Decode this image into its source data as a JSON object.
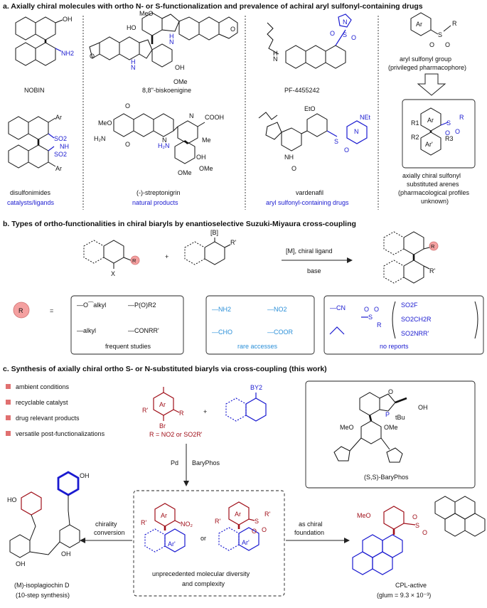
{
  "section_a": {
    "title": "a. Axially chiral molecules with ortho N- or S-functionalization and prevalence of achiral aryl sulfonyl-containing drugs",
    "labels": {
      "nobin": "NOBIN",
      "biskoenigine": "8,8''-biskoenigine",
      "pf": "PF-4455242",
      "arylgroup": "aryl sulfonyl group",
      "privileged": "(privileged pharmacophore)",
      "disulfonimides": "disulfonimides",
      "catalysts": "catalysts/ligands",
      "streptonigrin": "(-)-streptonigrin",
      "natural": "natural products",
      "vardenafil": "vardenafil",
      "drugs": "aryl sulfonyl-containing drugs",
      "axially1": "axially chiral sulfonyl",
      "axially2": "substituted arenes",
      "axially3": "(pharmacological profiles",
      "axially4": "unknown)"
    },
    "atoms": {
      "oh": "OH",
      "nh2": "NH2",
      "meo": "MeO",
      "h": "H",
      "n": "N",
      "o": "O",
      "s": "S",
      "so2": "SO2",
      "nh": "NH",
      "ar": "Ar",
      "cooh": "COOH",
      "me": "Me",
      "ome": "OMe",
      "eto": "EtO",
      "net": "NEt",
      "r": "R",
      "r1": "R1",
      "r2": "R2",
      "r3": "R3",
      "arp": "Ar'"
    }
  },
  "section_b": {
    "title": "b. Types of ortho-functionalities in chiral biaryls by enantioselective Suzuki-Miyaura cross-coupling",
    "reagent_top": "[M], chiral ligand",
    "reagent_bottom": "base",
    "plus": "+",
    "boron": "[B]",
    "rprime": "R'",
    "x": "X",
    "r": "R",
    "equals": "=",
    "frequent": {
      "items": [
        "—O⁀alkyl",
        "—P(O)R2",
        "—alkyl",
        "—CONRR'"
      ],
      "caption": "frequent studies"
    },
    "rare": {
      "items": [
        "—NH2",
        "—NO2",
        "—CHO",
        "—COOR"
      ],
      "caption": "rare accesses"
    },
    "noreports": {
      "items": [
        "—CN",
        "SO2F",
        "SO2CH2R",
        "SO2NRR'"
      ],
      "caption": "no reports"
    }
  },
  "section_c": {
    "title": "c. Synthesis of axially chiral ortho S- or N-substituted biaryls via cross-coupling (this work)",
    "features": [
      "ambient conditions",
      "recyclable catalyst",
      "drug relevant products",
      "versatile post-functionalizations"
    ],
    "r_def": "R = NO2 or SO2R'",
    "by2": "BY2",
    "pd": "Pd",
    "baryphos": "BaryPhos",
    "ligand_name": "(S,S)-BaryPhos",
    "or": "or",
    "diversity1": "unprecedented molecular diversity",
    "diversity2": "and complexity",
    "chirality1": "chirality",
    "chirality2": "conversion",
    "chiral1": "as chiral",
    "chiral2": "foundation",
    "isoplagiochin1": "(M)-isoplagiochin D",
    "isoplagiochin2": "(10-step synthesis)",
    "cpl1": "CPL-active",
    "cpl2": "(glum = 9.3 × 10⁻³)",
    "ligand_atoms": {
      "o": "O",
      "p": "P",
      "tbu": "tBu",
      "oh": "OH",
      "meo": "MeO",
      "ome": "OMe"
    }
  },
  "colors": {
    "blue": "#1a1ad0",
    "red": "#a0101a",
    "lightblue": "#2a8fd8",
    "pink": "#f4a0a0",
    "bullet": "#e07070"
  }
}
